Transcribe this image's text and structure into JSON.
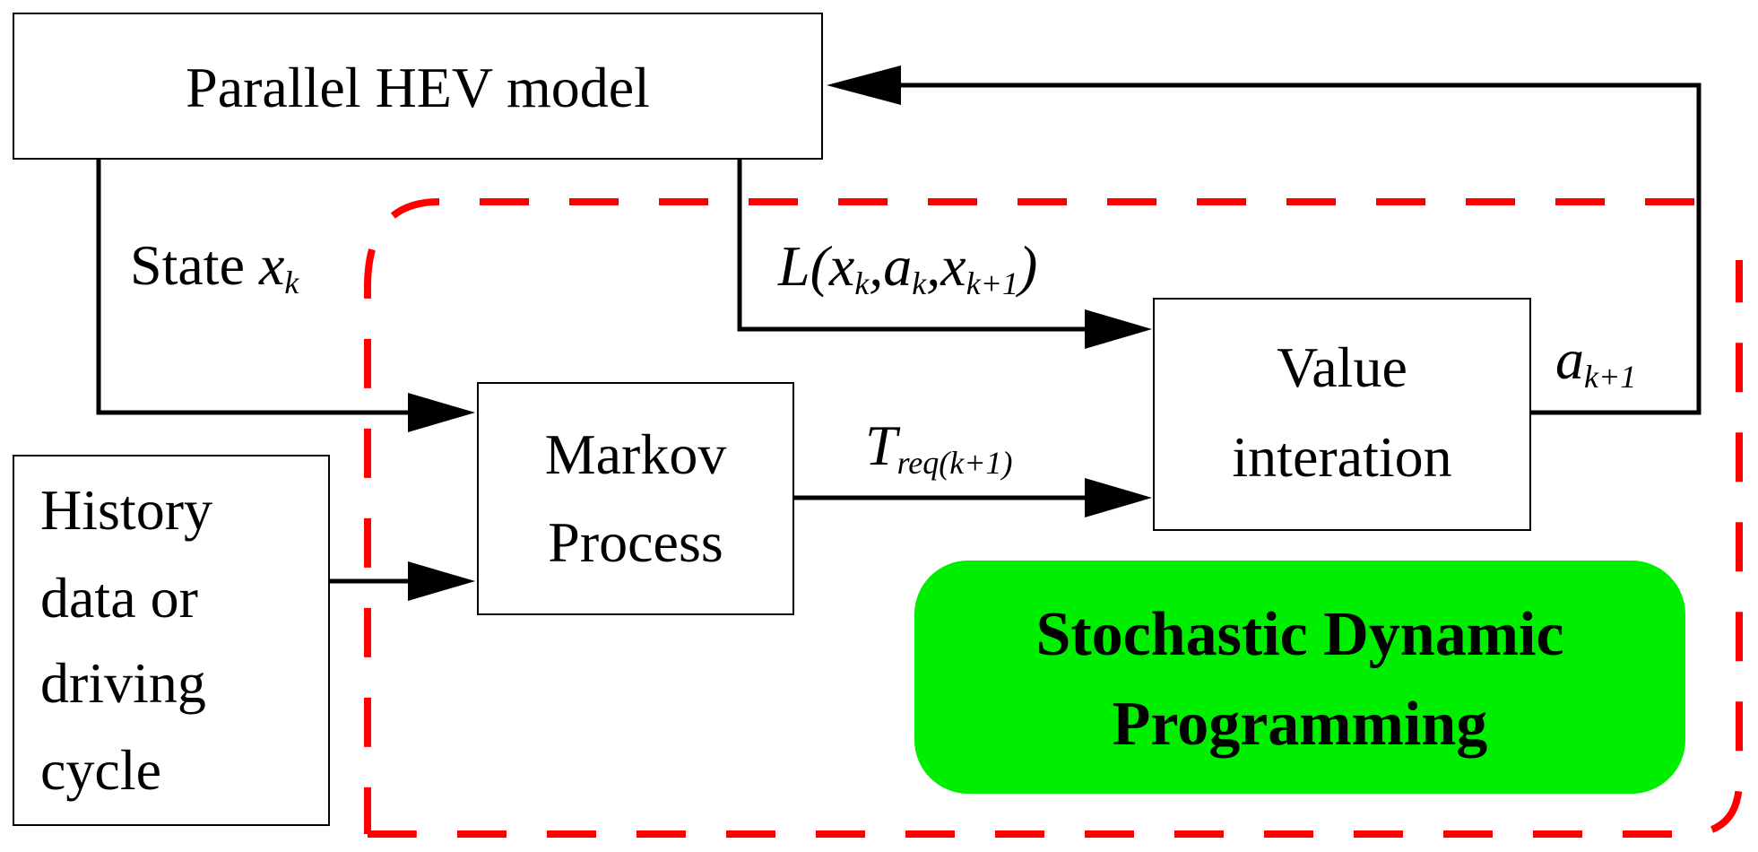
{
  "colors": {
    "boundary": "#ff0000",
    "sdp_fill": "#00ee00",
    "stroke": "#000000",
    "box_fill": "#ffffff"
  },
  "boxes": {
    "hev_model": {
      "line1": "Parallel HEV model"
    },
    "history": {
      "line1": "History",
      "line2": "data or",
      "line3": "driving",
      "line4": "cycle"
    },
    "markov": {
      "line1": "Markov",
      "line2": "Process"
    },
    "value_iteration": {
      "line1": "Value",
      "line2": "interation"
    }
  },
  "labels": {
    "state": {
      "prefix": "State ",
      "var": "x",
      "sub": "k"
    },
    "cost": {
      "open": "L(",
      "x1": "x",
      "x1_sub": "k",
      "sep1": ",",
      "a": "a",
      "a_sub": "k",
      "sep2": ",",
      "x2": "x",
      "x2_sub": "k+1",
      "close": ")"
    },
    "torque": {
      "var": "T",
      "sub": "req(k+1)"
    },
    "action": {
      "var": "a",
      "sub": "k+1"
    }
  },
  "sdp_block": {
    "line1": "Stochastic Dynamic",
    "line2": "Programming"
  }
}
